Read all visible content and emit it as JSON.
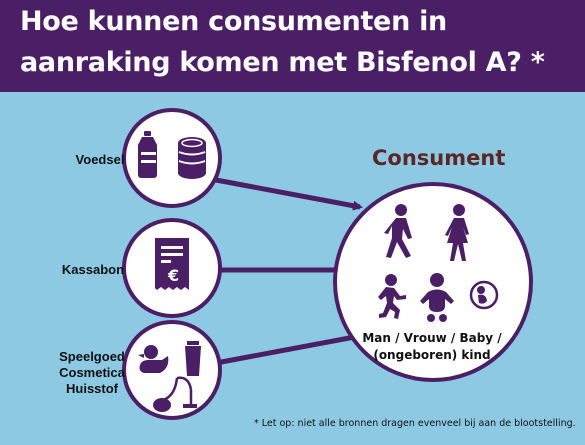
{
  "header": {
    "title_line1": "Hoe kunnen consumenten in",
    "title_line2": "aanraking komen met Bisfenol A? *",
    "background": "#4a1f66"
  },
  "sources": [
    {
      "label": "Voedsel",
      "icons": [
        "bottle-icon",
        "can-icon"
      ]
    },
    {
      "label": "Kassabon",
      "icons": [
        "receipt-euro-icon"
      ]
    },
    {
      "label_lines": [
        "Speelgoed",
        "Cosmetica",
        "Huisstof"
      ],
      "icons": [
        "duck-icon",
        "tube-icon",
        "vacuum-icon"
      ]
    }
  ],
  "consumer": {
    "title": "Consument",
    "line1": "Man / Vrouw / Baby /",
    "line2": "(ongeboren) kind",
    "icons": [
      "man-walking-icon",
      "woman-walking-icon",
      "child-running-icon",
      "baby-icon",
      "unborn-child-icon"
    ]
  },
  "footnote": "* Let op: niet alle bronnen dragen evenveel bij aan de blootstelling.",
  "colors": {
    "background": "#8ec9e4",
    "icon": "#4a1f66",
    "consumer_title": "#5b2626"
  }
}
